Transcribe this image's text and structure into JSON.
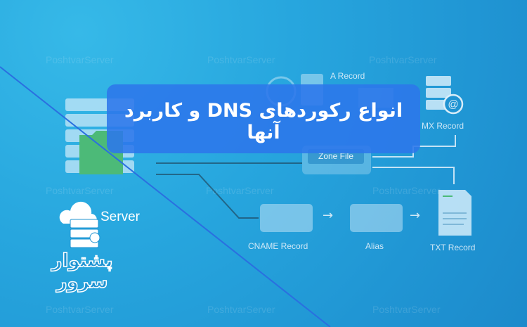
{
  "title": "انواع رکوردهای DNS و کاربرد آنها",
  "watermark": "PoshtvarServer",
  "diagram": {
    "zone_file": "Zone File",
    "a_record": "A Record",
    "mx_record": "MX Record",
    "cname_record": "CNAME Record",
    "alias": "Alias",
    "txt_record": "TXT Record"
  },
  "logo": {
    "server_text": "Server",
    "brand_persian": "پشتوار سرور"
  },
  "colors": {
    "title_box": "#2c76eb",
    "folder": "#4cba78",
    "diagonal": "#2a6fe0"
  }
}
